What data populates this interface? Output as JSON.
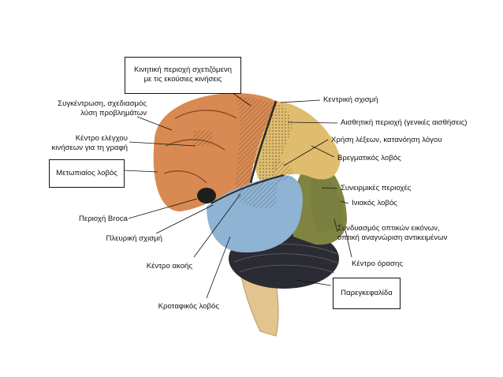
{
  "labels": {
    "motor_area": [
      "Κινητική περιοχή σχετιζόμενη",
      "με τις εκούσιες κινήσεις"
    ],
    "concentration": [
      "Συγκέντρωση, σχεδιασμός",
      "λύση προβλημάτων"
    ],
    "writing_control": [
      "Κέντρο ελέγχου",
      "κινήσεων για τη γραφή"
    ],
    "frontal_lobe": "Μετωπιαίος λοβός",
    "broca": "Περιοχή Broca",
    "lateral_fissure": "Πλευρική σχισμή",
    "hearing_center": "Κέντρο ακοής",
    "temporal_lobe": "Κροταφικός λοβός",
    "central_sulcus": "Κεντρική σχισμή",
    "sensory_area": "Αισθητική περιοχή (γενικές αισθήσεις)",
    "word_use": "Χρήση λέξεων, κατανόηση λόγου",
    "parietal_lobe": "Βρεγματικός λοβός",
    "association_areas": "Συνειρμικές περιοχές",
    "occipital_lobe": "Ινιακός λοβός",
    "visual_assoc": [
      "Συνδυασμός οπτικών εικόνων,",
      "οπτική αναγνώριση αντικειμένων"
    ],
    "vision_center": "Κέντρο όρασης",
    "cerebellum": "Παρεγκεφαλίδα"
  },
  "colors": {
    "frontal": "#d98a52",
    "parietal": "#e0bd6e",
    "occipital": "#7f8540",
    "temporal": "#8fb3d3",
    "cerebellum": "#2b2b33",
    "brainstem": "#e1c48f"
  }
}
